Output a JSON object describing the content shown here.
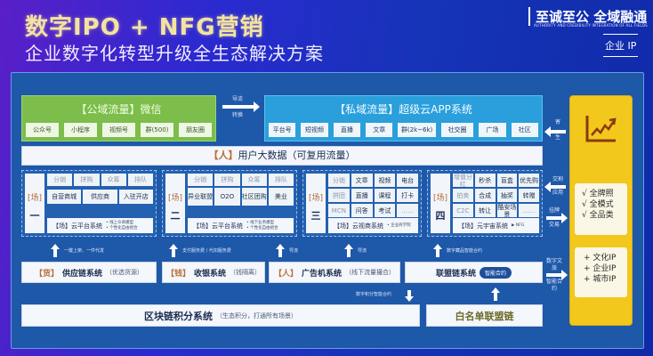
{
  "header": {
    "title": "数字IPO + NFG营销",
    "subtitle": "企业数字化转型升级全生态解决方案",
    "brand": "至诚至公 全域融通",
    "brand_sub": "AUTHORITY AND CREDIBILITY   INTEGRATION OF ALL FIELDS",
    "ip_tag": "企业 IP"
  },
  "public_traffic": {
    "title": "【公域流量】微信",
    "items": [
      "公众号",
      "小程序",
      "视频号",
      "群(500)",
      "朋友圈"
    ]
  },
  "flow_arrow": {
    "top": "导流",
    "bottom": "转换"
  },
  "private_traffic": {
    "title": "【私域流量】超级云APP系统",
    "items": [
      "平台号",
      "短视频",
      "直播",
      "文章",
      "群(2k~6k)",
      "社交圈",
      "广场",
      "社区"
    ]
  },
  "parasite_label": {
    "top": "寄",
    "bottom": "生"
  },
  "user_data": {
    "tag": "【人】",
    "text": "用户大数据（可复用流量）"
  },
  "scenes": [
    {
      "label": "[场]",
      "num": "一",
      "cells": [
        "分销",
        "拼购",
        "众筹",
        "排队",
        "自营商城",
        "供应商",
        "入驻开店"
      ],
      "system": "【场】云平台系统",
      "notes": [
        "• 线上众商模型",
        "• 个性化自由组合"
      ]
    },
    {
      "label": "[场]",
      "num": "二",
      "cells": [
        "分销",
        "拼购",
        "众筹",
        "排队",
        "异业联盟",
        "O2O",
        "社区团购",
        "美业"
      ],
      "system": "【场】云平台系统",
      "notes": [
        "• 线下业务模型",
        "• 个性化自由组合"
      ]
    },
    {
      "label": "[场]",
      "num": "三",
      "cells": [
        "分销",
        "文章",
        "视频",
        "电台",
        "拼团",
        "直播",
        "课程",
        "打卡",
        "MCN",
        "问答",
        "考试",
        "……"
      ],
      "system": "【场】云视商系统",
      "notes": [
        "• 企业商学院"
      ]
    },
    {
      "label": "[场]",
      "num": "四",
      "cells": [
        "增值分红",
        "秒杀",
        "盲盒",
        "优先购",
        "拍卖",
        "合成",
        "抽奖",
        "转赠",
        "C2C",
        "转让",
        "酷安场景",
        "……"
      ],
      "system": "【场】元宇宙系统",
      "notes": [
        "▶ NFG"
      ]
    }
  ],
  "side_labels": {
    "trade_apply": {
      "top": "交割",
      "bottom": "应用"
    },
    "listing_trade": {
      "top": "挂牌",
      "bottom": "交易"
    },
    "digital_contract": {
      "top": "数字文旅",
      "bottom": "智能合约"
    }
  },
  "up_arrows": [
    "一键上架、一件代发",
    "支付服务费 / 代扣服务费",
    "导流",
    "导流",
    "数字藏品智能合约"
  ],
  "systems": [
    {
      "tag": "【货】",
      "name": "供应链系统",
      "sub": "（优选货源）"
    },
    {
      "tag": "【钱】",
      "name": "收银系统",
      "sub": "（钱隔离）"
    },
    {
      "tag": "【人】",
      "name": "广告机系统",
      "sub": "（线下流量撮合）"
    },
    {
      "tag": "",
      "name": "联盟链系统",
      "pill": "智能合约"
    }
  ],
  "down_arrow_label": "数字积分智能合约",
  "blockchain": {
    "name": "区块链积分系统",
    "sub": "（生态积分，打通所有场景）"
  },
  "whitelist": "白名单联盟链",
  "right_panel": {
    "icon": "growth-chart-icon",
    "features": [
      "√ 全牌照",
      "√ 全模式",
      "√ 全品类"
    ],
    "ips": [
      "+ 文化IP",
      "+ 企业IP",
      "+ 城市IP"
    ]
  }
}
